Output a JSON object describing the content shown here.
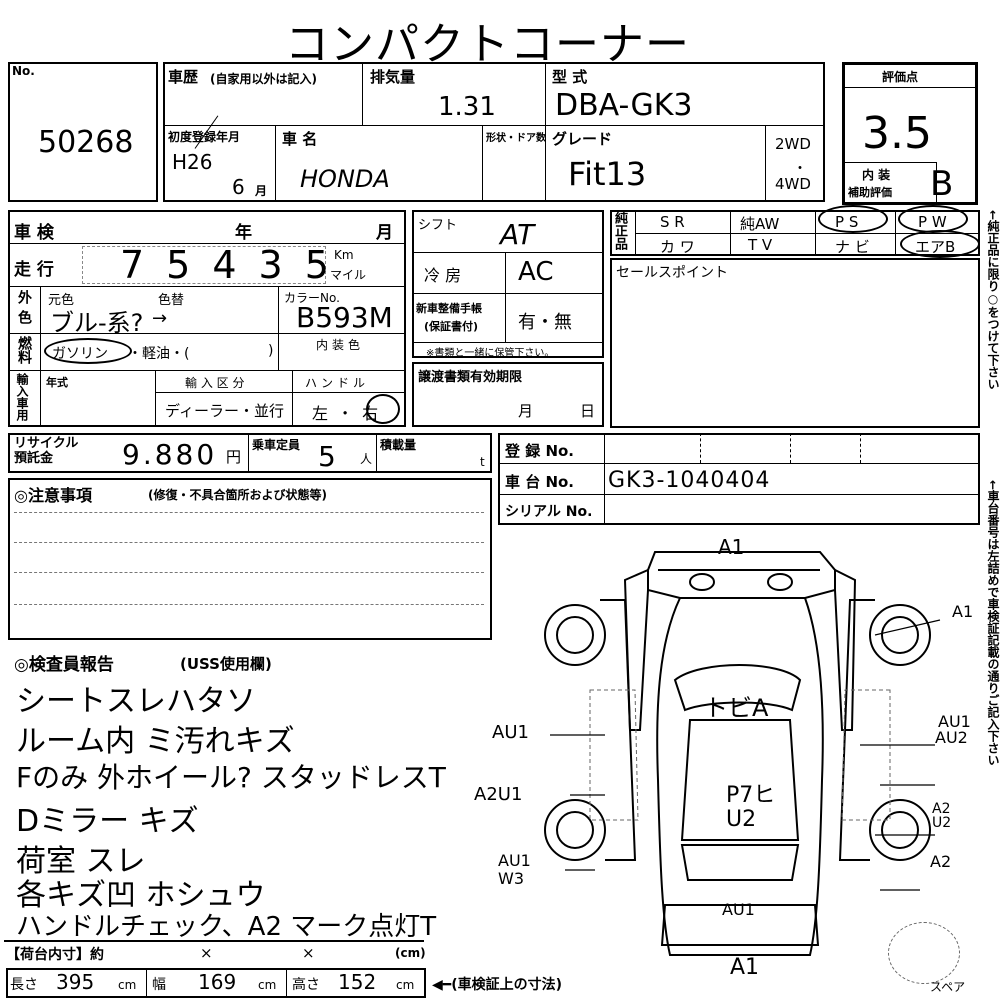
{
  "title": "コンパクトコーナー",
  "header": {
    "no_label": "No.",
    "no_value": "50268",
    "history_label": "車歴",
    "history_note": "(自家用以外は記入)",
    "displacement_label": "排気量",
    "displacement_value": "1.31",
    "model_label": "型 式",
    "model_value": "DBA-GK3",
    "first_reg_label": "初度登録年月",
    "first_reg_era": "H26",
    "first_reg_month": "6",
    "month_unit": "月",
    "car_name_label": "車 名",
    "car_name_value": "HONDA",
    "shape_label": "形状・ドア数",
    "grade_label": "グレード",
    "grade_value": "Fit13",
    "wd2": "2WD",
    "wd4": "4WD",
    "score_label": "評価点",
    "score_value": "3.5",
    "interior_label": "内 装",
    "interior_sub": "補助評価",
    "interior_value": "B"
  },
  "inspection": {
    "shaken_label": "車 検",
    "year_label": "年",
    "month_label": "月",
    "mileage_label": "走 行",
    "mileage_value": "75435",
    "km_label": "Km",
    "mile_label": "マイル",
    "ext_label": "外色",
    "orig_color_label": "元色",
    "repaint_label": "色替",
    "orig_color_value": "ブル-系?",
    "arrow": "→",
    "color_no_label": "カラーNo.",
    "color_no_value": "B593M",
    "fuel_label": "燃料",
    "fuel_gas": "ガソリン",
    "fuel_rest": "・軽油・(",
    "fuel_close": ")",
    "interior_color_label": "内装色",
    "import_label": "輸入車用",
    "nensiki_label": "年式",
    "import_type_label": "輸 入 区 分",
    "import_type_value": "ディーラー・並行",
    "handle_label": "ハンドル",
    "handle_value": "左 ・ 右",
    "recycle_label": "リサイクル預託金",
    "recycle_value": "9.880",
    "yen": "円",
    "capacity_label": "乗車定員",
    "capacity_value": "5",
    "person_unit": "人",
    "load_label": "積載量",
    "t_unit": "t",
    "shift_label": "シフト",
    "shift_value": "AT",
    "ac_label": "冷 房",
    "ac_value": "AC",
    "manual_label": "新車整備手帳",
    "manual_sub": "(保証書付)",
    "manual_value": "有・無",
    "manual_note": "※書類と一緒に保管下さい。",
    "transfer_label": "譲渡書類有効期限",
    "transfer_month": "月",
    "transfer_day": "日"
  },
  "options": {
    "genuine_label": "純正品",
    "row1": [
      "S R",
      "純AW",
      "P S",
      "P W"
    ],
    "row2": [
      "カ ワ",
      "T V",
      "ナ ビ",
      "エアB"
    ],
    "sales_point_label": "セールスポイント",
    "side_note_top": "←純正品に限り○をつけて下さい",
    "side_note_bottom": "←車台番号は左詰めで車検証記載の通りご記入下さい"
  },
  "registration": {
    "reg_no_label": "登 録 No.",
    "chassis_label": "車 台 No.",
    "chassis_value": "GK3-1040404",
    "serial_label": "シリアル No."
  },
  "notes": {
    "caution_label": "◎注意事項",
    "caution_sub": "(修復・不具合箇所および状態等)",
    "inspector_label": "◎検査員報告",
    "inspector_sub": "(USS使用欄)",
    "lines": [
      "シートスレハタソ",
      "ルーム内 ミ汚れキズ",
      "Fのみ 外ホイール? スタッドレスT",
      "Dミラー キズ",
      "荷室 スレ",
      "各キズ凹 ホシュウ",
      "ハンドルチェック、A2 マーク点灯T"
    ]
  },
  "cargo": {
    "label": "【荷台内寸】約",
    "x1": "×",
    "x2": "×",
    "cm": "(cm)"
  },
  "dims": {
    "length_label": "長さ",
    "length_value": "395",
    "width_label": "幅",
    "width_value": "169",
    "height_label": "高さ",
    "height_value": "152",
    "cm": "cm",
    "note": "◀━(車検証上の寸法)",
    "spare_label": "スペア"
  },
  "diagram": {
    "a1_top": "A1",
    "a1_right_top": "A1",
    "au1_left": "AU1",
    "au1_right": "AU1",
    "au2_right": "AU2",
    "a2u1_left": "A2U1",
    "a2u2_right": "A2 U2",
    "au1w3": "AU1 W3",
    "a2_right": "A2",
    "au1_bottom": "AU1",
    "a1_bottom": "A1",
    "windshield": "トビA",
    "roof": "P7ヒ U2"
  }
}
